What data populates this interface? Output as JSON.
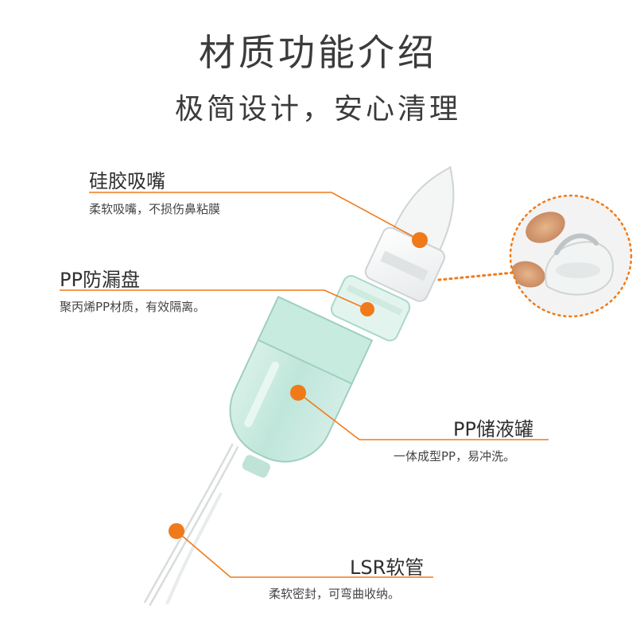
{
  "header": {
    "title": "材质功能介绍",
    "subtitle": "极简设计，安心清理"
  },
  "features": [
    {
      "label": "硅胶吸嘴",
      "desc": "柔软吸嘴，不损伤鼻粘膜"
    },
    {
      "label": "PP防漏盘",
      "desc": "聚丙烯PP材质，有效隔离。"
    },
    {
      "label": "PP储液罐",
      "desc": "一体成型PP，易冲洗。"
    },
    {
      "label": "LSR软管",
      "desc": "柔软密封，可弯曲收纳。"
    }
  ],
  "colors": {
    "accent": "#F07A1A",
    "tank": "#B9E3D6",
    "text": "#3B3B3B"
  },
  "icons": {
    "product": "nasal-aspirator-illustration",
    "detail": "silicone-valve-closeup"
  }
}
